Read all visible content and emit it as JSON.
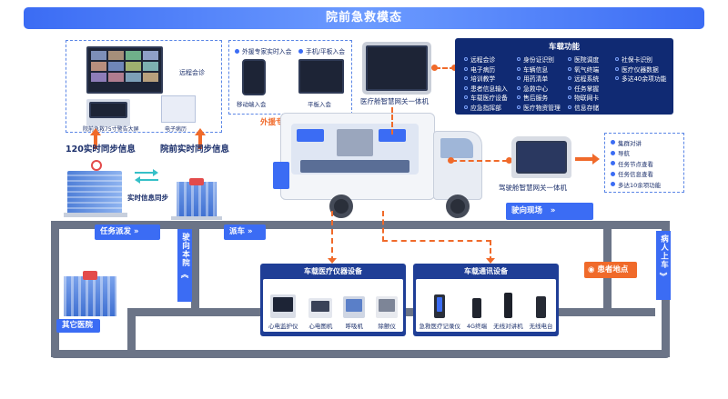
{
  "title": "院前急救模态",
  "remote_consult": {
    "label_consult": "远程会诊",
    "label_screen75": "院前急救75寸警告大屏",
    "label_emr": "电子病历"
  },
  "sync": {
    "label_120": "120实时同步信息",
    "label_hospital": "院前实时同步信息",
    "label_hospital_sync": "实时信息同步"
  },
  "expert_join": {
    "items": [
      "外援专家实时入会",
      "手机/平板入会",
      "移动端入会",
      "平板入会"
    ],
    "caption": "外援专家实时入会"
  },
  "cabin_gateway_label": "医疗舱智慧网关一体机",
  "cabin_functions": {
    "header": "车载功能",
    "col1": [
      "远程会诊",
      "电子病历",
      "培训教学",
      "患者信息输入",
      "车载医疗设备",
      "应急指挥部"
    ],
    "col2": [
      "身份证识别",
      "车辆信息",
      "用药清单",
      "急救中心",
      "售后服务",
      "医疗物资管理"
    ],
    "col3": [
      "医院调度",
      "氧气终端",
      "远程系统",
      "任务掌握",
      "物联网卡",
      "信息存储"
    ],
    "col4": [
      "社保卡识别",
      "医疗仪器数据",
      "多达40余项功能"
    ]
  },
  "driver_gateway_label": "驾驶舱智慧网关一体机",
  "driver_functions": [
    "集群对讲",
    "导航",
    "任务节点查看",
    "任务信息查看",
    "多达10余项功能"
  ],
  "road_labels": {
    "dispatch": "任务派发",
    "dispatch_car": "派车",
    "to_scene": "驶向现场",
    "to_hospital": "驶向本院",
    "patient_board": "病人上车",
    "patient_location": "患者地点",
    "other_hospital": "其它医院"
  },
  "medical_devices": {
    "header": "车载医疗仪器设备",
    "items": [
      "心电监护仪",
      "心电图机",
      "呼吸机",
      "除颤仪"
    ]
  },
  "comm_devices": {
    "header": "车载通讯设备",
    "items": [
      "急救医疗记录仪",
      "4G终端",
      "无线对讲机",
      "无线电台"
    ]
  },
  "colors": {
    "accent": "#3b6cf4",
    "navy": "#102a73",
    "orange": "#f06a2a",
    "road": "#6b7487"
  }
}
